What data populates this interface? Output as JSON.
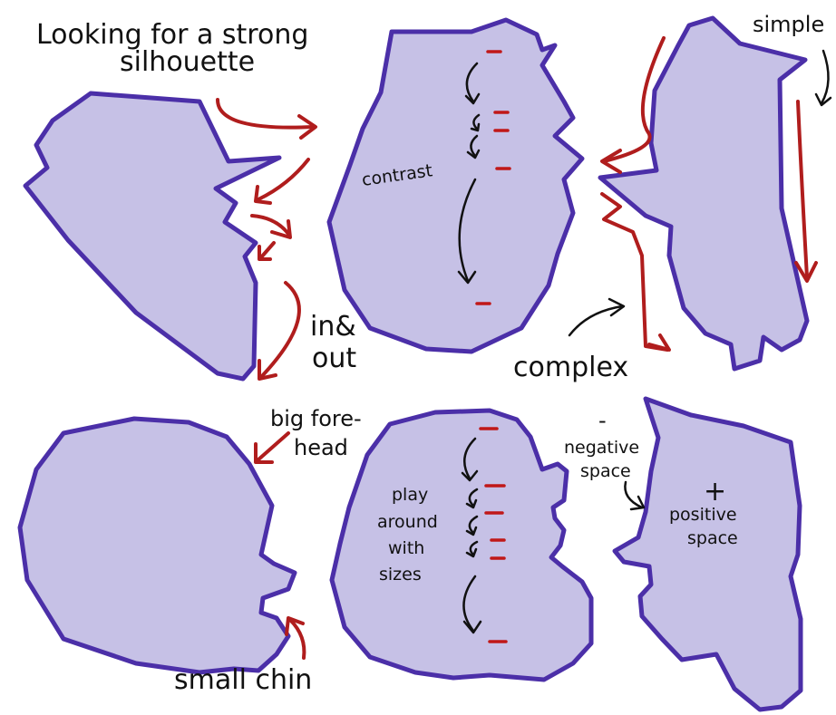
{
  "labels": {
    "title_line1": "Looking for a strong",
    "title_line2": "silhouette",
    "simple": "simple",
    "in_and": "in&",
    "out": "out",
    "contrast": "contrast",
    "complex": "complex",
    "big_fore": "big fore-",
    "head": "head",
    "small_chin": "small chin",
    "play": "play",
    "around": "around",
    "with": "with",
    "sizes": "sizes",
    "neg_minus": "-",
    "negative": "negative",
    "space_neg": "space",
    "pos_plus": "+",
    "positive": "positive",
    "space_pos": "space"
  },
  "colors": {
    "silhouette_fill": "#c6c1e6",
    "silhouette_stroke": "#4b2fa8",
    "arrow_red": "#b01d1d",
    "tick_red": "#c01818"
  }
}
